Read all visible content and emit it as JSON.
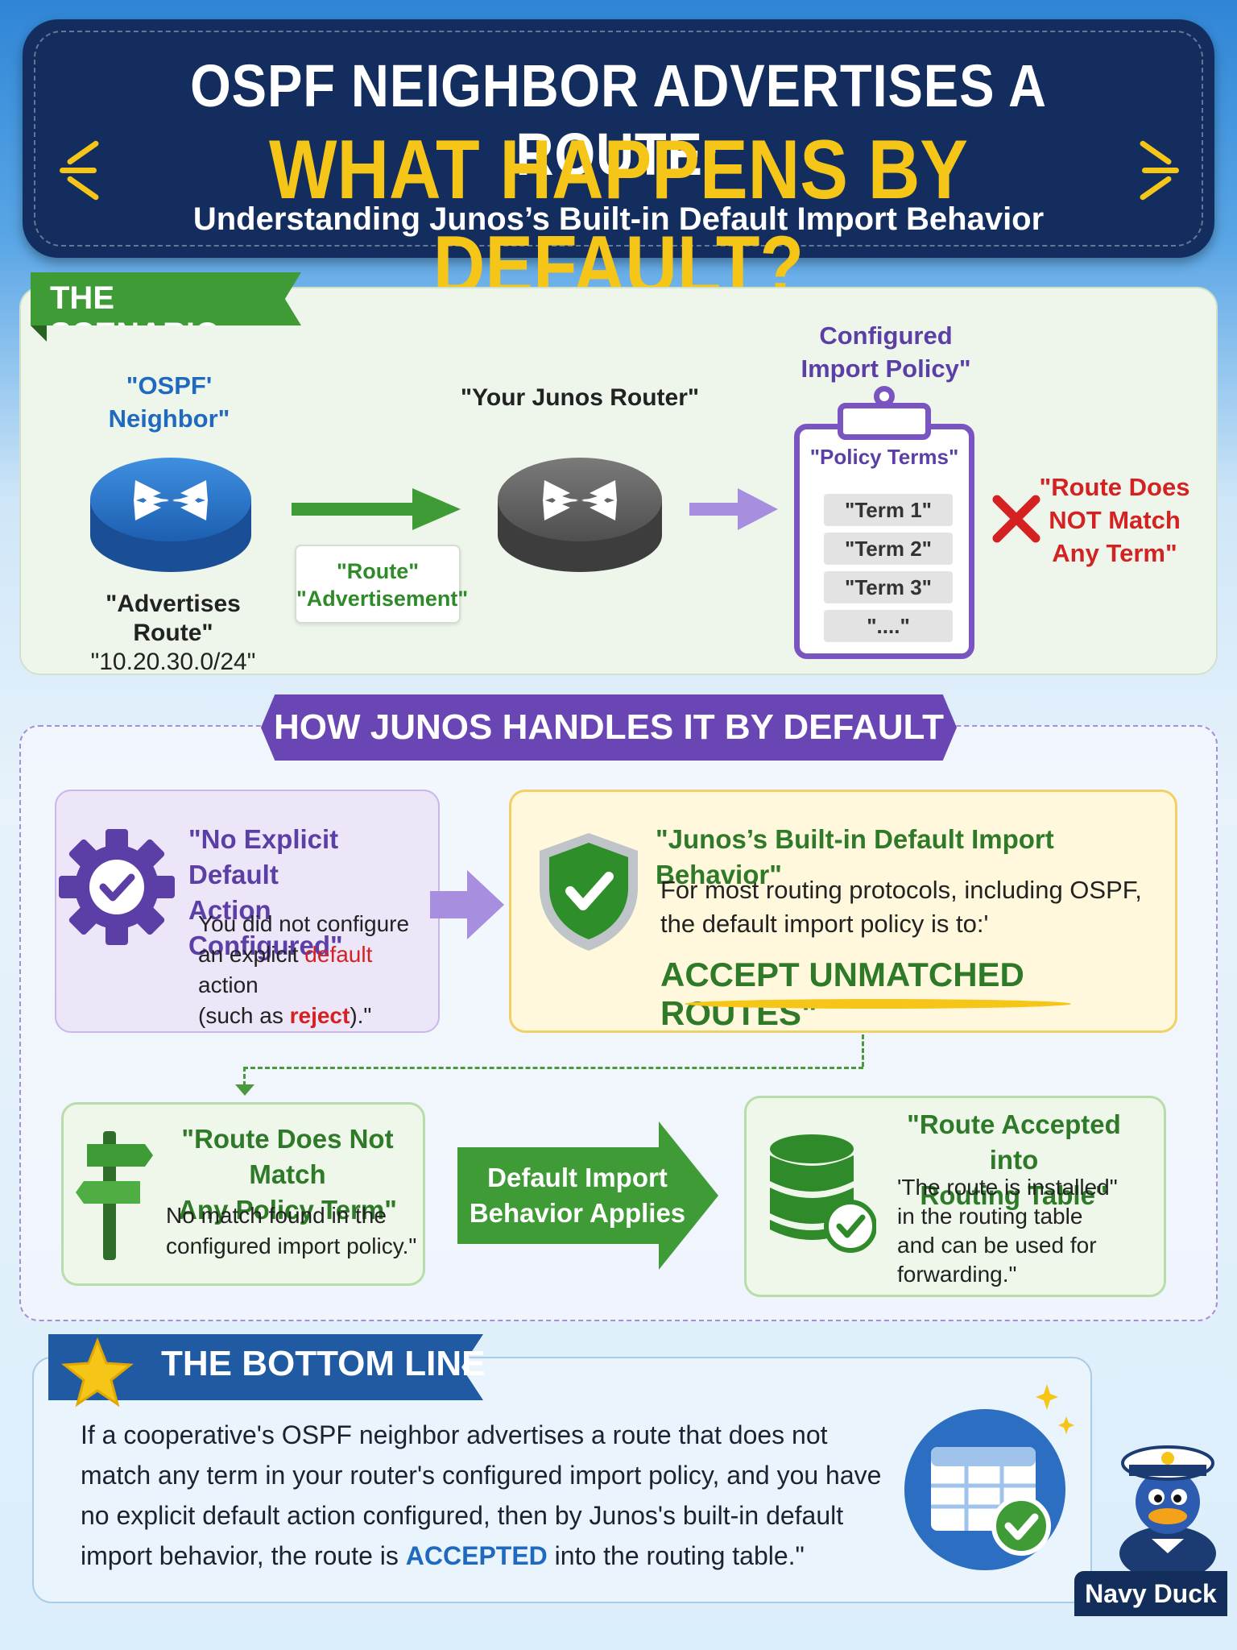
{
  "header": {
    "title_line1": "OSPF NEIGHBOR ADVERTISES A ROUTE:",
    "title_line2": "WHAT HAPPENS BY DEFAULT?",
    "subtitle": "Understanding Junos’s Built-in Default Import Behavior"
  },
  "scenario": {
    "ribbon": "THE SCENARIO",
    "neighbor_label": "\"OSPF\" Neighbor\"",
    "neighbor_line1": "\"OSPF'",
    "neighbor_line2": "Neighbor\"",
    "advertises_line1": "\"Advertises Route\"",
    "advertises_line2": "\"10.20.30.0/24\"",
    "advertisement_line1": "\"Route\"",
    "advertisement_line2": "\"Advertisement\"",
    "router_label": "\"Your Junos Router\"",
    "policy_line1": "Configured",
    "policy_line2": "Import Policy\"",
    "policy_terms_label": "\"Policy Terms\"",
    "terms": [
      "\"Term 1\"",
      "\"Term 2\"",
      "\"Term 3\"",
      "\"....\""
    ],
    "no_match_line1": "\"Route Does",
    "no_match_line2": "NOT Match",
    "no_match_line3": "Any Term\""
  },
  "handles": {
    "banner": "HOW JUNOS HANDLES IT BY DEFAULT",
    "no_explicit": {
      "title_line1": "\"No Explicit Default",
      "title_line2": "Action Configured\"",
      "body_line1": "You did not configure",
      "body_line2_pre": "an explicit ",
      "body_line2_hl": "default",
      "body_line2_post": " action",
      "body_line3_pre": "(such as ",
      "body_line3_hl": "reject",
      "body_line3_post": ").\""
    },
    "builtin": {
      "title": "\"Junos’s Built-in Default Import Behavior\"",
      "body_line1": "For most routing protocols, including OSPF,",
      "body_line2": "the default import policy is to:'",
      "accept": "ACCEPT UNMATCHED ROUTES\""
    },
    "no_match": {
      "title_line1": "\"Route Does Not Match",
      "title_line2": "Any Policy Term\"",
      "body_line1": "No match found in the",
      "body_line2": "configured import policy.\""
    },
    "default_applies_line1": "Default Import",
    "default_applies_line2": "Behavior Applies",
    "accepted": {
      "title_line1": "\"Route Accepted into",
      "title_line2": "Routing Table\"",
      "body_line1": "'The route is installed\"",
      "body_line2": "in the routing table",
      "body_line3": "and can be used for",
      "body_line4": "forwarding.\""
    }
  },
  "bottom_line": {
    "ribbon": "THE BOTTOM LINE",
    "text_line1": "If a cooperative's OSPF neighbor advertises a route that does not",
    "text_line2": "match any term in your router's configured import policy, and you have",
    "text_line3": "no explicit default action configured, then by Junos's built-in default",
    "text_line4_pre": "import behavior, the route is ",
    "text_line4_hl": "ACCEPTED",
    "text_line4_post": " into the routing table.\"",
    "mascot_label": "Navy Duck"
  },
  "colors": {
    "navy": "#132e5e",
    "gold": "#f5c518",
    "green": "#3f9b35",
    "purple": "#6a46b4",
    "blue": "#1f69bf",
    "red": "#d42222"
  }
}
